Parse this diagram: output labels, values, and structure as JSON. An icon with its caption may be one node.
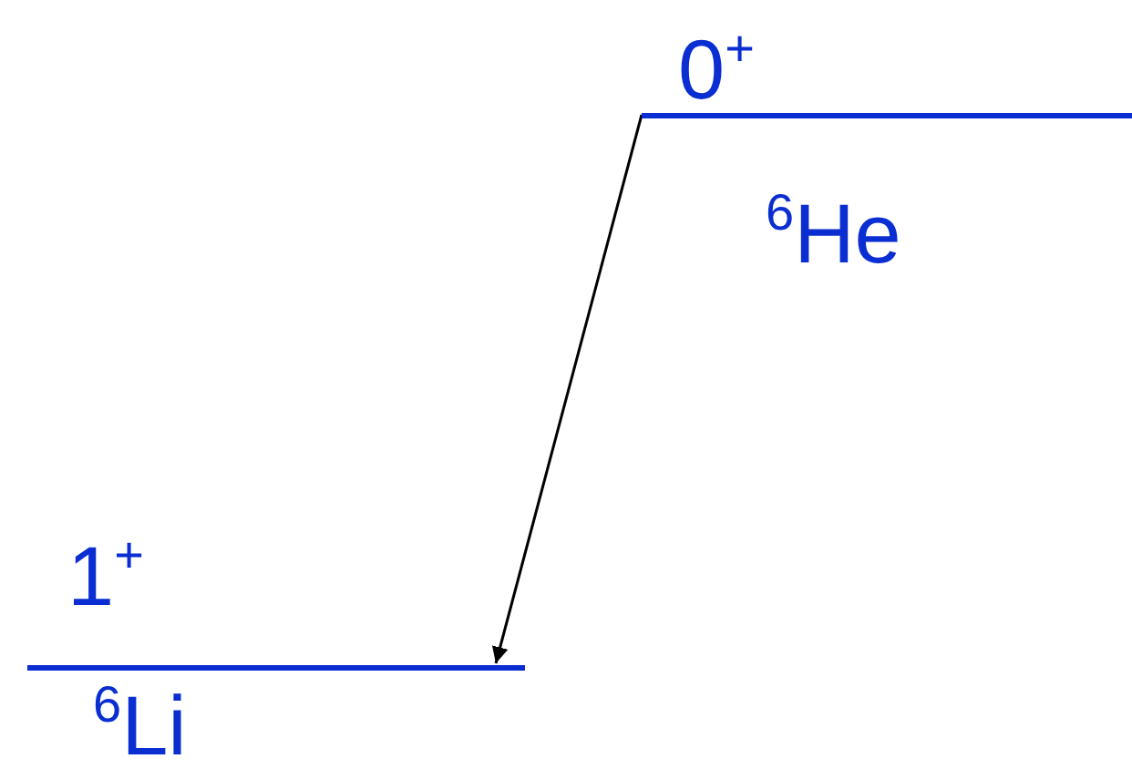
{
  "diagram": {
    "nodes": [
      {
        "text": [
          "0$^{+}$",
          "$^{6}$He"
        ]
      },
      {
        "text": [
          "1$^{+}$",
          "$^{6}$Li"
        ]
      }
    ],
    "edges": [
      {
        "from": 0,
        "to": 1,
        "arrow": "to"
      }
    ]
  }
}
